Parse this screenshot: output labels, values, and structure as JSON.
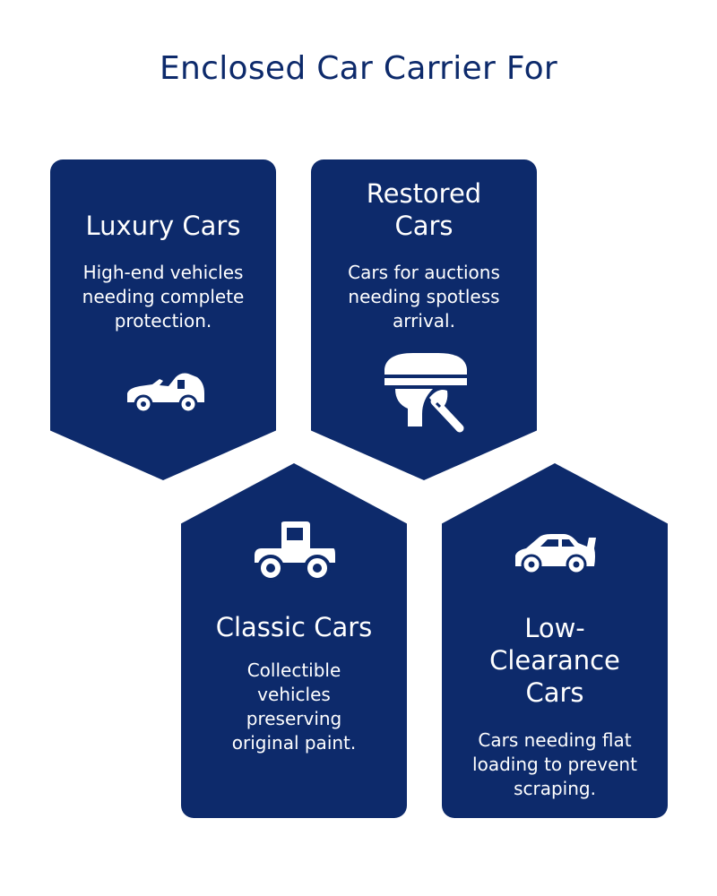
{
  "title": "Enclosed Car Carrier For",
  "colors": {
    "card": "#0d2a6b",
    "text": "#ffffff",
    "title": "#0d2a6b"
  },
  "cards": [
    {
      "title": "Luxury Cars",
      "text": "High-end vehicles needing complete protection.",
      "icon": "convertible-car-icon"
    },
    {
      "title": "Restored Cars",
      "text": "Cars for auctions needing spotless arrival.",
      "icon": "polishing-hand-icon"
    },
    {
      "title": "Classic Cars",
      "text": "Collectible vehicles preserving original paint.",
      "icon": "vintage-car-icon"
    },
    {
      "title": "Low-Clearance Cars",
      "text": "Cars needing flat loading to prevent scraping.",
      "icon": "sports-car-spoiler-icon"
    }
  ]
}
